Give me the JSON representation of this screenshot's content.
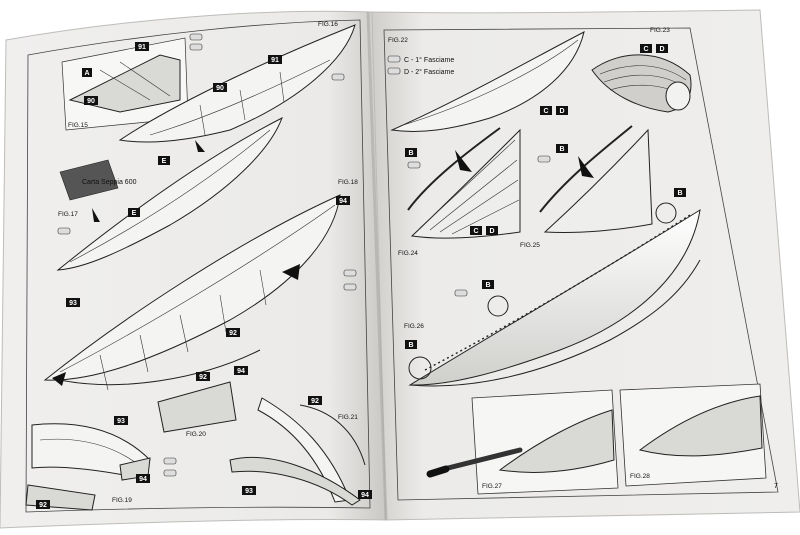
{
  "left_page": {
    "figures": [
      {
        "name": "fig15",
        "label": "FIG.15"
      },
      {
        "name": "fig16",
        "label": "FIG.16"
      },
      {
        "name": "fig17",
        "label": "FIG.17"
      },
      {
        "name": "fig18",
        "label": "FIG.18"
      },
      {
        "name": "fig19",
        "label": "FIG.19"
      },
      {
        "name": "fig20",
        "label": "FIG.20"
      },
      {
        "name": "fig21",
        "label": "FIG.21"
      }
    ],
    "part_tags": {
      "p91a": "91",
      "p91b": "91",
      "pA": "A",
      "p90a": "90",
      "p90b": "90",
      "pE1": "E",
      "pE2": "E",
      "p94a": "94",
      "p93a": "93",
      "p92a": "92",
      "p92b": "92",
      "p94b": "94",
      "p93b": "93",
      "p94c": "94",
      "p92c": "92",
      "p94d": "94",
      "p93c": "93",
      "p92d": "92"
    },
    "material_label": "Carta Seppia 600"
  },
  "right_page": {
    "figures": [
      {
        "name": "fig22",
        "label": "FIG.22"
      },
      {
        "name": "fig23",
        "label": "FIG.23"
      },
      {
        "name": "fig24",
        "label": "FIG.24"
      },
      {
        "name": "fig25",
        "label": "FIG.25"
      },
      {
        "name": "fig26",
        "label": "FIG.26"
      },
      {
        "name": "fig27",
        "label": "FIG.27"
      },
      {
        "name": "fig28",
        "label": "FIG.28"
      }
    ],
    "legend": {
      "c_text": "C - 1° Fasciame",
      "d_text": "D - 2° Fasciame"
    },
    "part_tags": {
      "pC1": "C",
      "pD1": "D",
      "pC2": "C",
      "pD2": "D",
      "pB1": "B",
      "pB2": "B",
      "pC3": "C",
      "pD3": "D",
      "pB3": "B",
      "pB4": "B",
      "pB5": "B"
    },
    "page_number": "7"
  },
  "colors": {
    "page": "#ecebea",
    "ink": "#1a1a1a",
    "tag_bg": "#111111",
    "shadow": "#b9b9b6"
  }
}
